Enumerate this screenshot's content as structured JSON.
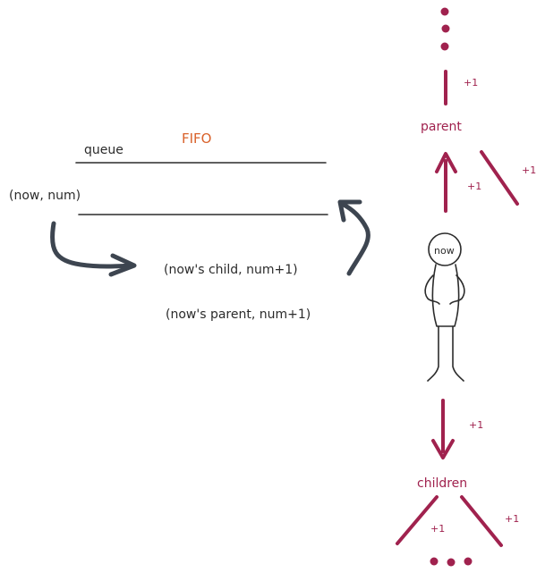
{
  "queue_label": "queue",
  "fifo_label": "FIFO",
  "tuple_in": "(now, num)",
  "tuple_child": "(now's child, num+1)",
  "tuple_parent": "(now's parent, num+1)",
  "now_label": "now",
  "parent_label": "parent",
  "children_label": "children",
  "plus_one": "+1",
  "colors": {
    "ink": "#2b2b2b",
    "accent_red": "#a0224e",
    "accent_orange": "#d9622b",
    "arrow_gray": "#3d4550"
  }
}
